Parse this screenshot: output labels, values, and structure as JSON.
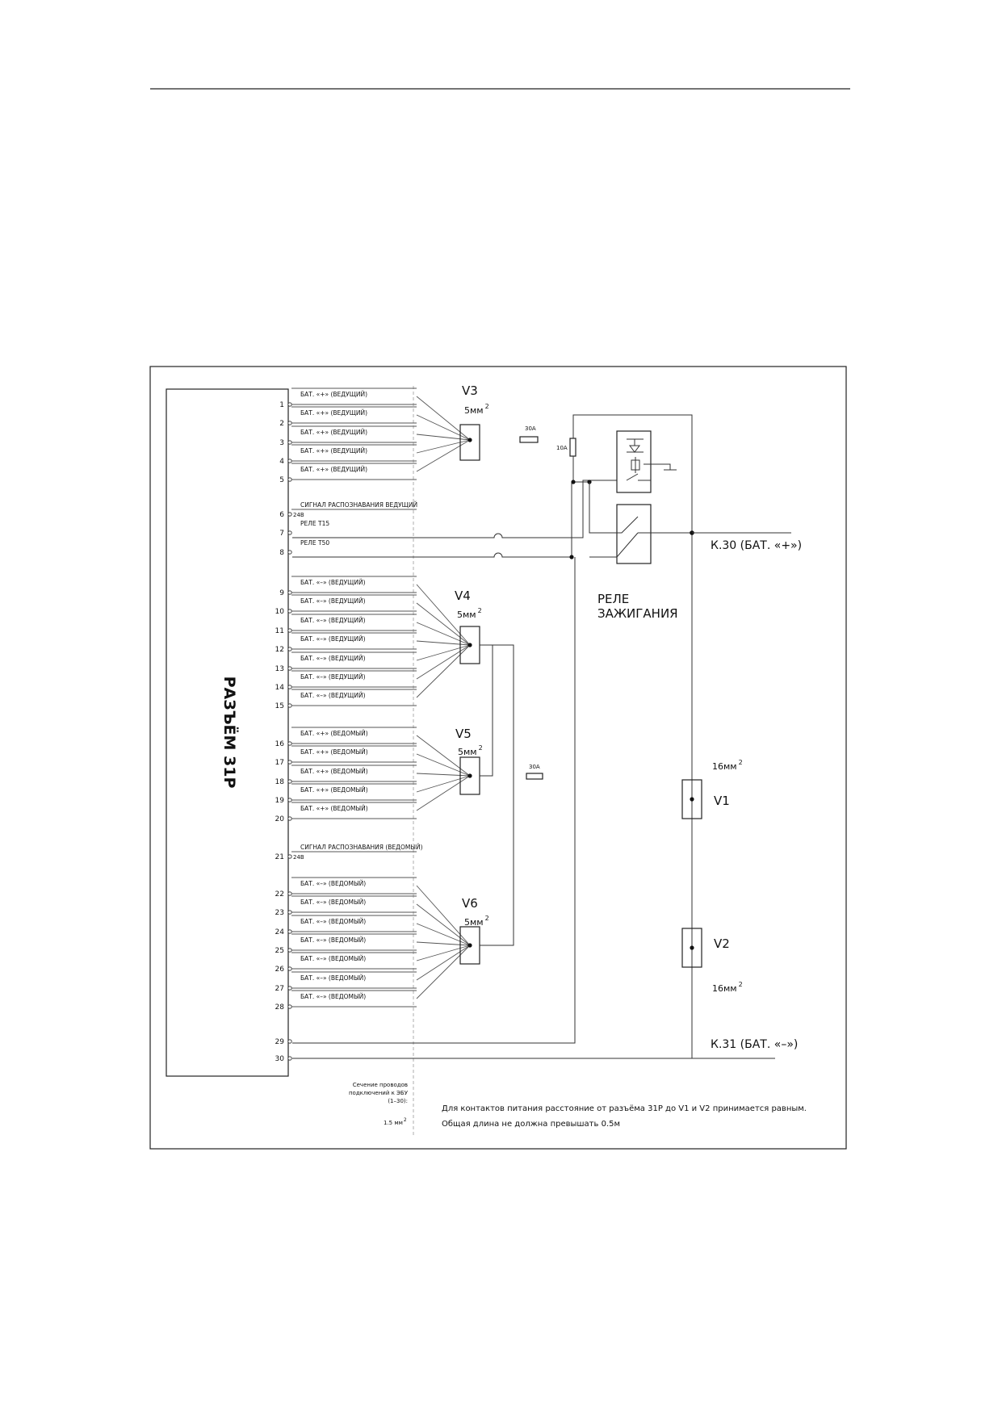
{
  "connector_label": "РАЗЪЁМ 31Р",
  "pins": [
    {
      "num": "1",
      "label": "БАТ. «+» (ВЕДУЩИЙ)"
    },
    {
      "num": "2",
      "label": "БАТ. «+» (ВЕДУЩИЙ)"
    },
    {
      "num": "3",
      "label": "БАТ. «+» (ВЕДУЩИЙ)"
    },
    {
      "num": "4",
      "label": "БАТ. «+» (ВЕДУЩИЙ)"
    },
    {
      "num": "5",
      "label": "БАТ. «+» (ВЕДУЩИЙ)"
    },
    {
      "num": "6",
      "label": "СИГНАЛ РАСПОЗНАВАНИЯ ВЕДУЩИЙ",
      "sublabel": "24В"
    },
    {
      "num": "7",
      "label": "РЕЛЕ Т15"
    },
    {
      "num": "8",
      "label": "РЕЛЕ Т50"
    },
    {
      "num": "9",
      "label": "БАТ. «–» (ВЕДУЩИЙ)"
    },
    {
      "num": "10",
      "label": "БАТ. «–» (ВЕДУЩИЙ)"
    },
    {
      "num": "11",
      "label": "БАТ. «–» (ВЕДУЩИЙ)"
    },
    {
      "num": "12",
      "label": "БАТ. «–» (ВЕДУЩИЙ)"
    },
    {
      "num": "13",
      "label": "БАТ. «–» (ВЕДУЩИЙ)"
    },
    {
      "num": "14",
      "label": "БАТ. «–» (ВЕДУЩИЙ)"
    },
    {
      "num": "15",
      "label": "БАТ. «–» (ВЕДУЩИЙ)"
    },
    {
      "num": "16",
      "label": "БАТ. «+» (ВЕДОМЫЙ)"
    },
    {
      "num": "17",
      "label": "БАТ. «+» (ВЕДОМЫЙ)"
    },
    {
      "num": "18",
      "label": "БАТ. «+» (ВЕДОМЫЙ)"
    },
    {
      "num": "19",
      "label": "БАТ. «+» (ВЕДОМЫЙ)"
    },
    {
      "num": "20",
      "label": "БАТ. «+» (ВЕДОМЫЙ)"
    },
    {
      "num": "21",
      "label": "СИГНАЛ РАСПОЗНАВАНИЯ (ВЕДОМЫЙ)",
      "sublabel": "24В"
    },
    {
      "num": "22",
      "label": "БАТ. «–» (ВЕДОМЫЙ)"
    },
    {
      "num": "23",
      "label": "БАТ. «–» (ВЕДОМЫЙ)"
    },
    {
      "num": "24",
      "label": "БАТ. «–» (ВЕДОМЫЙ)"
    },
    {
      "num": "25",
      "label": "БАТ. «–» (ВЕДОМЫЙ)"
    },
    {
      "num": "26",
      "label": "БАТ. «–» (ВЕДОМЫЙ)"
    },
    {
      "num": "27",
      "label": "БАТ. «–» (ВЕДОМЫЙ)"
    },
    {
      "num": "28",
      "label": "БАТ. «–» (ВЕДОМЫЙ)"
    },
    {
      "num": "29",
      "label": ""
    },
    {
      "num": "30",
      "label": ""
    }
  ],
  "nodes": {
    "v3": {
      "name": "V3",
      "cross": "5мм"
    },
    "v4": {
      "name": "V4",
      "cross": "5мм"
    },
    "v5": {
      "name": "V5",
      "cross": "5мм"
    },
    "v6": {
      "name": "V6",
      "cross": "5мм"
    },
    "v1": {
      "name": "V1",
      "cross": "16мм"
    },
    "v2": {
      "name": "V2",
      "cross": "16мм"
    },
    "superscript": "2"
  },
  "fuses": {
    "f1": "30А",
    "f2": "10А",
    "f3": "30А"
  },
  "relay": {
    "line1": "РЕЛЕ",
    "line2": "ЗАЖИГАНИЯ"
  },
  "terminals": {
    "k30": "К.30 (БАТ. «+»)",
    "k31": "К.31 (БАТ. «–»)"
  },
  "wire_note": {
    "line1": "Сечение проводов",
    "line2": "подключений к ЭБУ",
    "line3": "(1–30):",
    "value": "1.5 мм"
  },
  "footnote": {
    "line1": "Для контактов питания расстояние от разъёма 31Р до V1 и V2 принимается равным.",
    "line2": "Общая длина не должна превышать 0.5м"
  }
}
